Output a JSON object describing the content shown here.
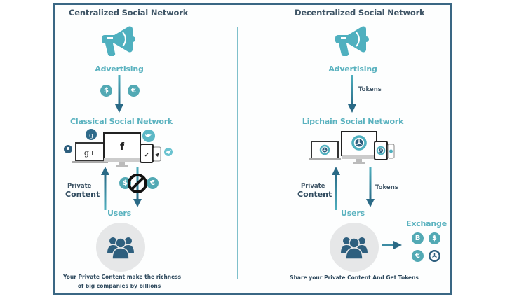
{
  "colors": {
    "frame": "#3a6784",
    "teal": "#52a9b4",
    "teal_label": "#5ab2bf",
    "dark_blue": "#2e5f7e",
    "text_dark": "#3f5566",
    "circle_gray": "#e6e7e8"
  },
  "left": {
    "title": "Centralized Social Network",
    "advertising_label": "Advertising",
    "advertising_icon": "megaphone-icon",
    "money_coins": [
      {
        "symbol": "$",
        "icon": "dollar-coin-icon"
      },
      {
        "symbol": "€",
        "icon": "euro-coin-icon"
      }
    ],
    "network_label": "Classical Social Network",
    "social_icons": [
      "google-plus-icon",
      "facebook-icon",
      "twitter-icon",
      "periscope-icon",
      "telegram-icon"
    ],
    "private_label": "Private",
    "content_label": "Content",
    "blocked_coins": [
      {
        "symbol": "$",
        "icon": "dollar-coin-icon"
      },
      {
        "symbol": "€",
        "icon": "euro-coin-icon"
      }
    ],
    "blocked_icon": "prohibited-icon",
    "users_label": "Users",
    "users_icon": "users-group-icon",
    "caption_line1": "Your Private Content make the richness",
    "caption_line2": "of big companies by billions"
  },
  "right": {
    "title": "Decentralized Social Network",
    "advertising_label": "Advertising",
    "advertising_icon": "megaphone-icon",
    "tokens_label_top": "Tokens",
    "network_label": "Lipchain Social Network",
    "private_label": "Private",
    "content_label": "Content",
    "tokens_label_bottom": "Tokens",
    "users_label": "Users",
    "users_icon": "users-group-icon",
    "exchange_label": "Exchange",
    "exchange_coins": [
      {
        "symbol": "B",
        "icon": "bitcoin-coin-icon"
      },
      {
        "symbol": "$",
        "icon": "dollar-coin-icon"
      },
      {
        "symbol": "€",
        "icon": "euro-coin-icon"
      },
      {
        "symbol": "",
        "icon": "lipchain-token-icon"
      }
    ],
    "caption": "Share your Private Content And Get Tokens"
  }
}
